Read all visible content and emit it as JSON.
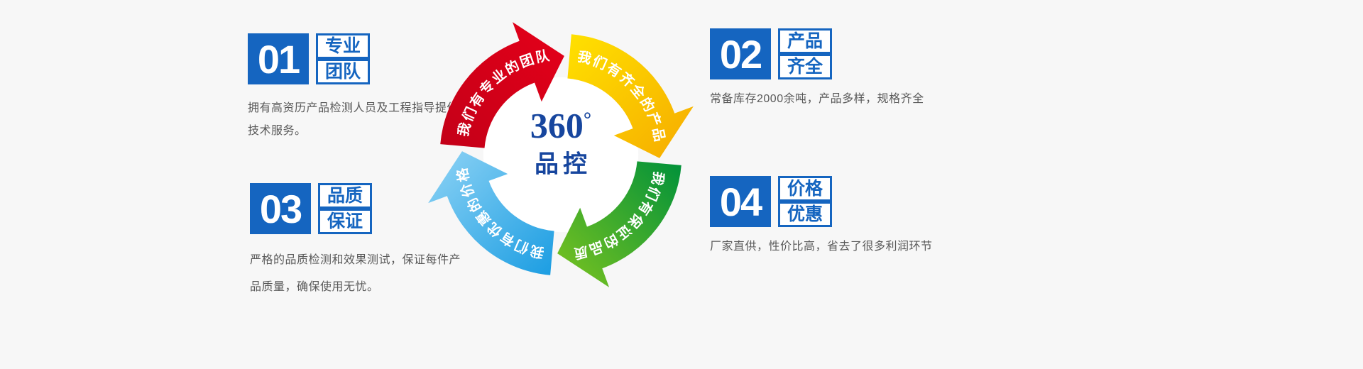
{
  "colors": {
    "background": "#f7f7f7",
    "accent": "#1565c0",
    "desc-text": "#595959",
    "center-blue": "#17469e",
    "red1": "#e50019",
    "red2": "#c30018",
    "yellow1": "#ffe100",
    "yellow2": "#f6ab00",
    "green1": "#7dc41f",
    "green2": "#00913a",
    "blue1": "#8ed3f5",
    "blue2": "#1b9de2"
  },
  "center": {
    "number": "360",
    "degree": "°",
    "label": "品控"
  },
  "ring": [
    {
      "label": "我们有专业的团队"
    },
    {
      "label": "我们有齐全的产品"
    },
    {
      "label": "我们有保证的品质"
    },
    {
      "label": "我们有优惠的价格"
    }
  ],
  "items": [
    {
      "number": "01",
      "title_line1": "专业",
      "title_line2": "团队",
      "desc": "拥有高资历产品检测人员及工程指导提供技术服务。"
    },
    {
      "number": "02",
      "title_line1": "产品",
      "title_line2": "齐全",
      "desc": "常备库存2000余吨，产品多样，规格齐全"
    },
    {
      "number": "03",
      "title_line1": "品质",
      "title_line2": "保证",
      "desc": "严格的品质检测和效果测试，保证每件产品质量，确保使用无忧。"
    },
    {
      "number": "04",
      "title_line1": "价格",
      "title_line2": "优惠",
      "desc": "厂家直供，性价比高，省去了很多利润环节"
    }
  ]
}
